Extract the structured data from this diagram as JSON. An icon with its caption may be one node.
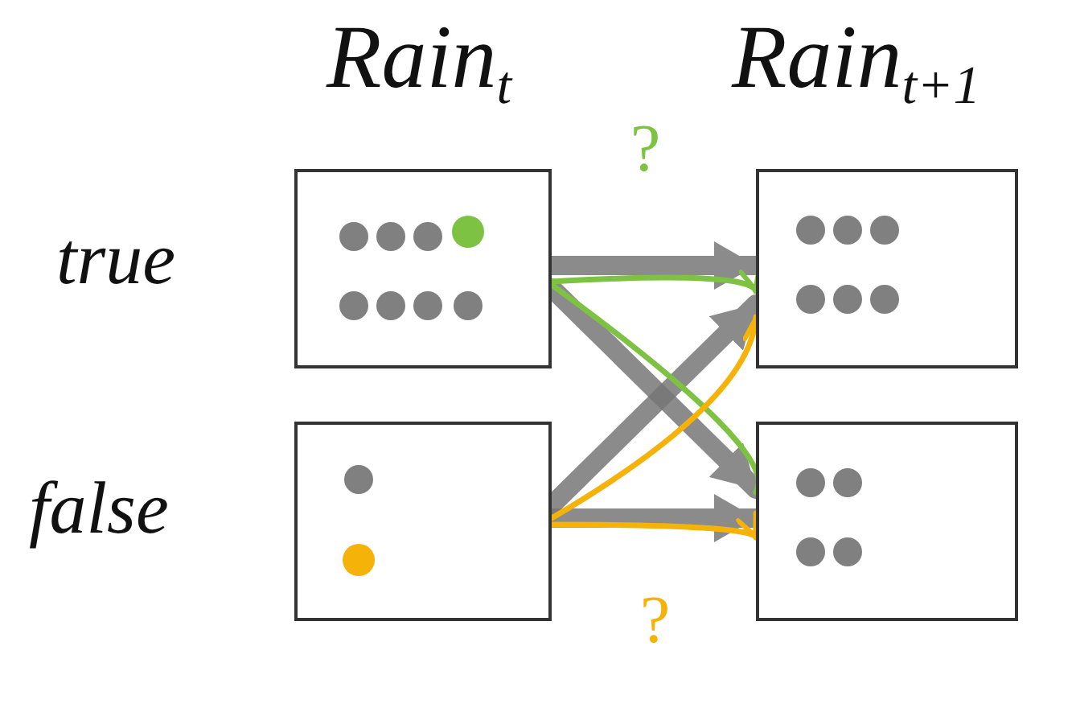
{
  "diagram": {
    "nodes": [
      {
        "text": [],
        "shape": "box"
      },
      {
        "text": [],
        "shape": "box"
      },
      {
        "text": [],
        "shape": "box"
      },
      {
        "text": [],
        "shape": "box"
      }
    ],
    "edges": [
      {
        "from": 0,
        "to": 2,
        "arrow": "to",
        "style": "thick"
      },
      {
        "from": 0,
        "to": 3,
        "arrow": "to",
        "style": "thick"
      },
      {
        "from": 1,
        "to": 2,
        "arrow": "to",
        "style": "thick"
      },
      {
        "from": 1,
        "to": 3,
        "arrow": "to",
        "style": "thick"
      },
      {
        "from": 0,
        "to": 2,
        "arrow": "to",
        "color": "#7dc242"
      },
      {
        "from": 0,
        "to": 3,
        "arrow": "to",
        "color": "#7dc242"
      },
      {
        "from": 1,
        "to": 2,
        "arrow": "to",
        "color": "#f5b30a"
      },
      {
        "from": 1,
        "to": 3,
        "arrow": "to",
        "color": "#f5b30a"
      }
    ],
    "labels": [
      "Rain$_{t}$",
      "Rain$_{t+1}$",
      "true",
      "false",
      "?",
      "?"
    ]
  }
}
